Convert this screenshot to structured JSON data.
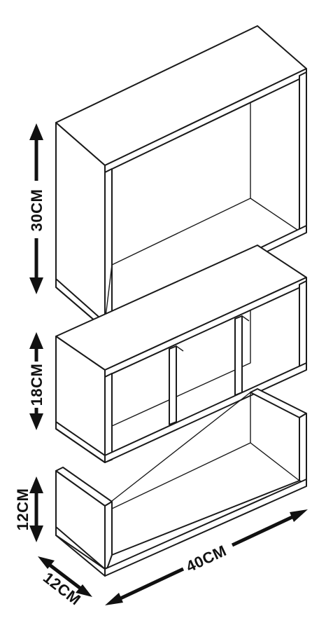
{
  "dimensions": {
    "top_height": "30CM",
    "middle_height": "18CM",
    "bottom_height": "12CM",
    "depth": "12CM",
    "width": "40CM"
  }
}
